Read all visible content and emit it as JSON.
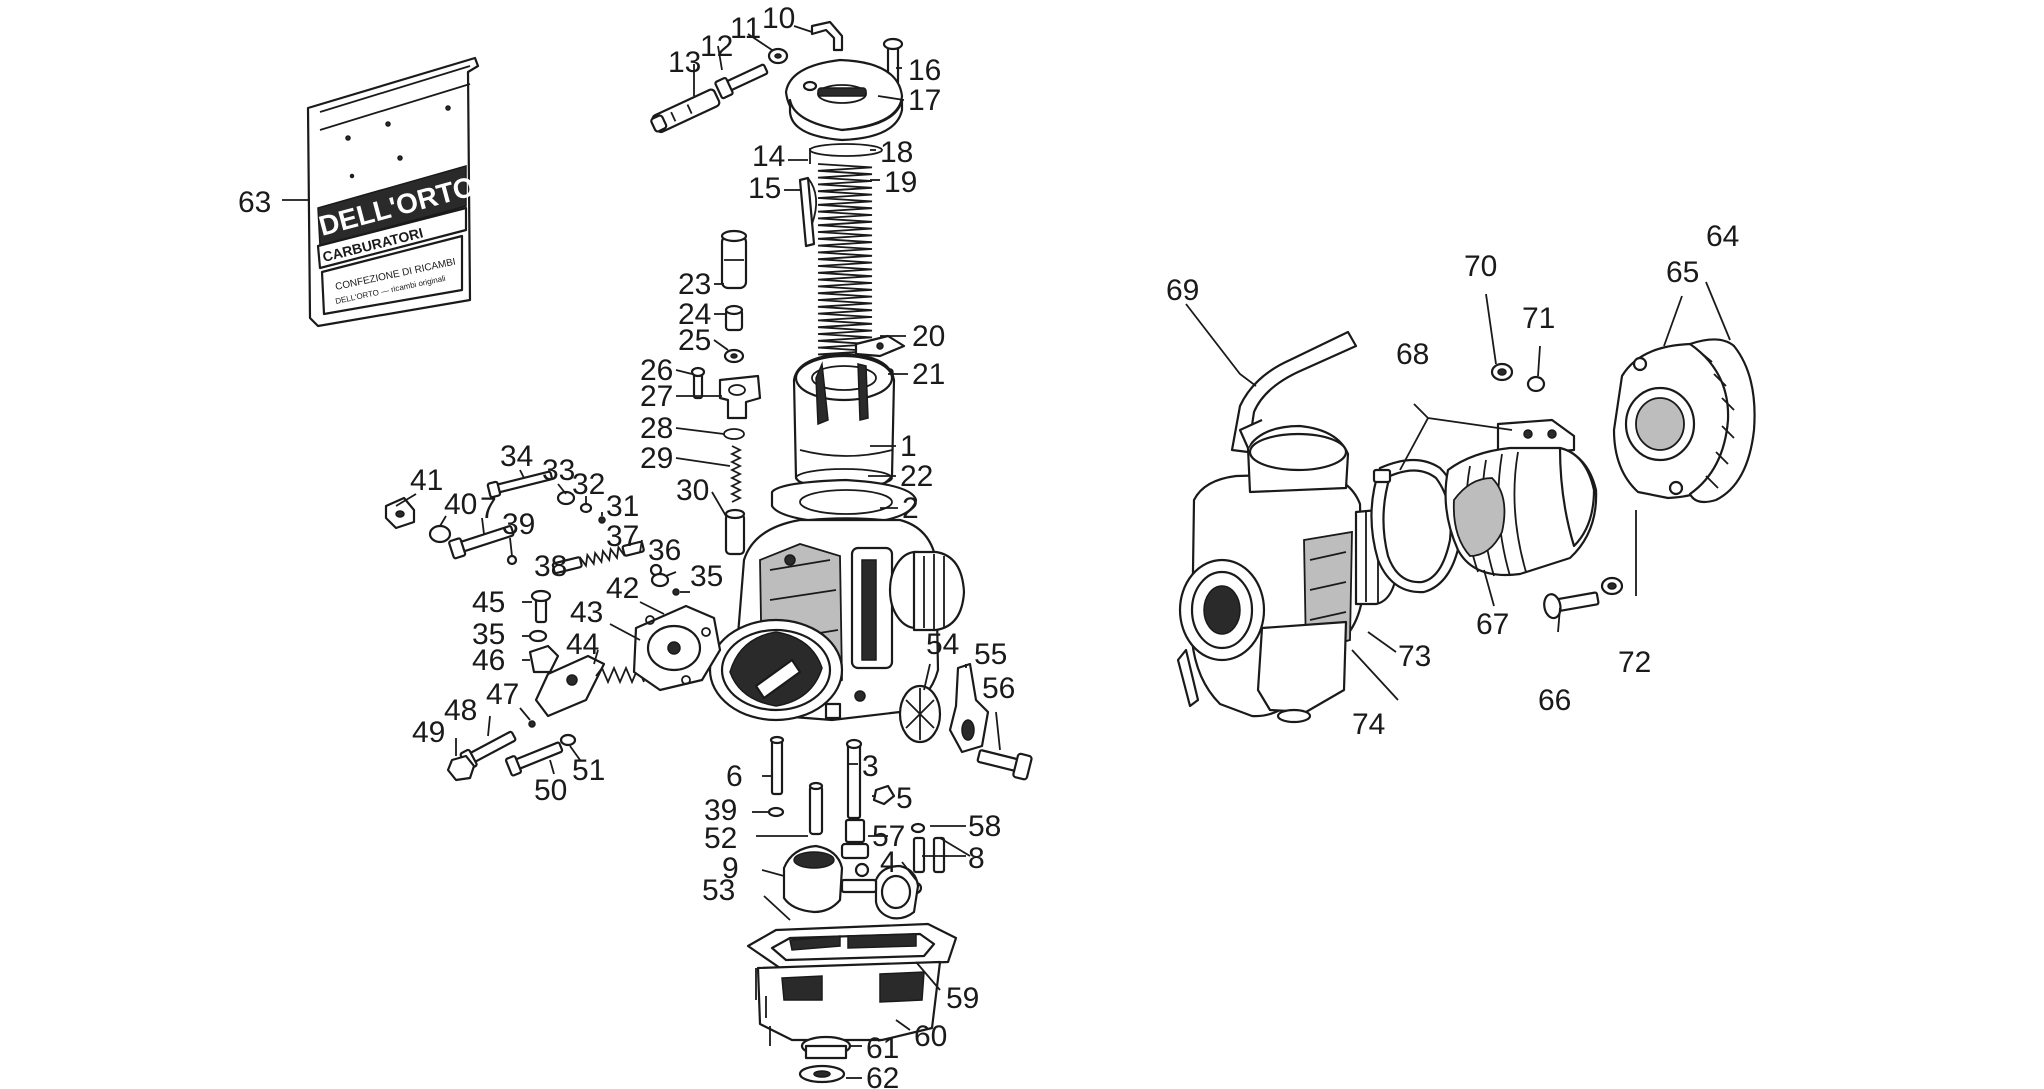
{
  "diagram": {
    "packet": {
      "brand": "DELL'ORTO",
      "line1": "CARBURATORI",
      "line2": "CONFEZIONE  DI  RICAMBI",
      "line3": "DELL'ORTO  —  ricambi originali"
    },
    "callouts": [
      "63",
      "13",
      "12",
      "11",
      "10",
      "16",
      "17",
      "18",
      "14",
      "15",
      "19",
      "23",
      "24",
      "25",
      "26",
      "27",
      "28",
      "29",
      "20",
      "21",
      "1",
      "22",
      "30",
      "2",
      "34",
      "33",
      "32",
      "31",
      "41",
      "40",
      "7",
      "39",
      "37",
      "38",
      "36",
      "35",
      "45",
      "35",
      "42",
      "43",
      "44",
      "46",
      "47",
      "48",
      "49",
      "50",
      "51",
      "54",
      "55",
      "56",
      "6",
      "3",
      "39",
      "5",
      "52",
      "57",
      "58",
      "9",
      "4",
      "8",
      "53",
      "59",
      "60",
      "61",
      "62",
      "69",
      "70",
      "71",
      "65",
      "64",
      "68",
      "67",
      "72",
      "66",
      "73",
      "74"
    ]
  }
}
